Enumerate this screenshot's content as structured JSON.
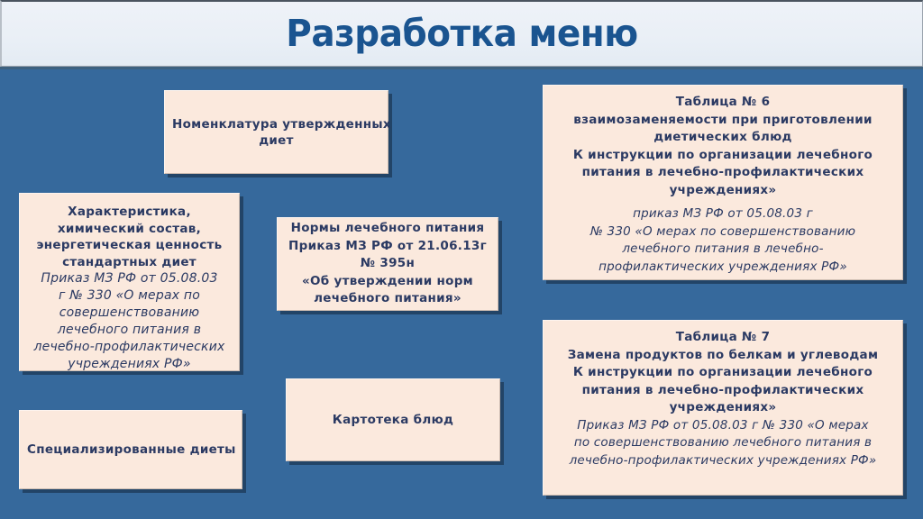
{
  "slide": {
    "title": "Разработка меню",
    "background_color": "#36699c",
    "header_background_color": "#e9eff6",
    "title_color": "#1a5490",
    "card_fill_color": "#fbe9dd",
    "card_text_color": "#2b3a63"
  },
  "cards": {
    "nomenclature": {
      "name": "Номенклатура утвержденных диет",
      "bold_lines": [
        "Номенклатура утвержденных",
        "диет"
      ],
      "italic_lines": []
    },
    "characteristics": {
      "name": "Характеристика, химический состав, энергетическая ценность стандартных диет",
      "bold_lines": [
        "Характеристика,",
        "химический состав,",
        "энергетическая ценность",
        "стандартных диет"
      ],
      "italic_lines": [
        "Приказ МЗ РФ от 05.08.03",
        "г № 330 «О мерах по",
        "совершенствованию",
        "лечебного питания в",
        "лечебно-профилактических",
        "учреждениях РФ»"
      ]
    },
    "norms": {
      "name": "Нормы лечебного питания",
      "bold_lines": [
        "Нормы лечебного питания",
        "Приказ МЗ РФ от 21.06.13г",
        "№ 395н",
        "«Об утверждении норм",
        "лечебного питания»"
      ],
      "italic_lines": []
    },
    "table6": {
      "name": "Таблица № 6 взаимозаменяемости при приготовлении диетических блюд",
      "bold_lines": [
        "Таблица № 6",
        "взаимозаменяемости при приготовлении",
        "диетических блюд",
        "К инструкции по организации лечебного",
        "питания в лечебно-профилактических",
        "учреждениях»"
      ],
      "italic_lines": [
        "приказ МЗ РФ от 05.08.03 г",
        "№ 330 «О мерах по совершенствованию",
        "лечебного питания в лечебно-",
        "профилактических учреждениях РФ»"
      ]
    },
    "table7": {
      "name": "Таблица № 7 Замена продуктов по белкам и углеводам",
      "bold_lines": [
        "Таблица № 7",
        "Замена продуктов по белкам и углеводам",
        "К инструкции по организации лечебного",
        "питания в лечебно-профилактических",
        "учреждениях»"
      ],
      "italic_lines": [
        "Приказ МЗ РФ от 05.08.03 г № 330 «О мерах",
        "по совершенствованию лечебного питания в",
        "лечебно-профилактических учреждениях РФ»"
      ]
    },
    "cardfile": {
      "name": "Картотека блюд",
      "bold_lines": [
        "Картотека блюд"
      ],
      "italic_lines": []
    },
    "specialized": {
      "name": "Специализированные диеты",
      "bold_lines": [
        "Специализированные диеты"
      ],
      "italic_lines": []
    }
  }
}
